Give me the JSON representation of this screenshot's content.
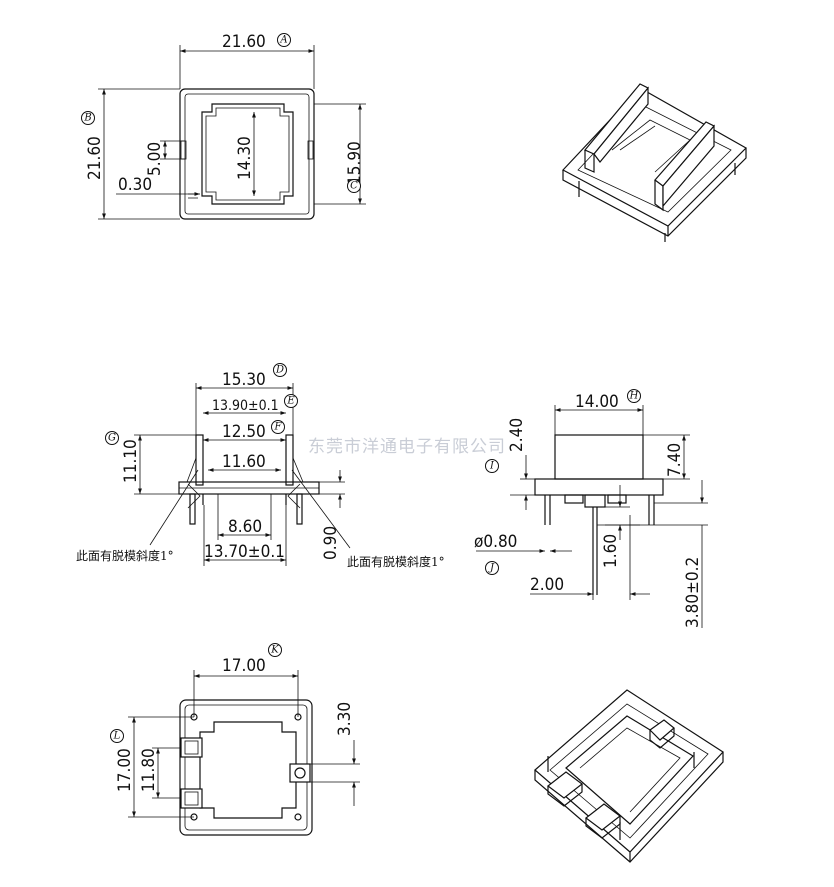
{
  "watermark": "东莞市洋通电子有限公司",
  "notes": {
    "draft_left": "此面有脱模斜度1°",
    "draft_right": "此面有脱模斜度1°"
  },
  "dims": {
    "top_width": "21.60",
    "top_height": "21.60",
    "inner_width": "14.30",
    "notch": "5.00",
    "offset": "0.30",
    "right_height": "15.90",
    "front_outer": "15.30",
    "front_tol": "13.90±0.1",
    "front_inner": "12.50",
    "front_gap": "11.60",
    "front_height": "11.10",
    "front_bottom": "8.60",
    "front_base": "13.70±0.1",
    "front_pin": "0.90",
    "side_width": "14.00",
    "side_top": "2.40",
    "side_height": "7.40",
    "pin_dia": "ø0.80",
    "pin_space": "2.00",
    "pin_len": "1.60",
    "pin_total": "3.80±0.2",
    "bottom_width": "17.00",
    "bottom_height": "17.00",
    "bottom_inner": "11.80",
    "bottom_side": "3.30"
  },
  "markers": {
    "a": "A",
    "b": "B",
    "c": "C",
    "d": "D",
    "e": "E",
    "f": "F",
    "g": "G",
    "h": "H",
    "i": "I",
    "j": "J",
    "k": "K",
    "l": "L"
  }
}
